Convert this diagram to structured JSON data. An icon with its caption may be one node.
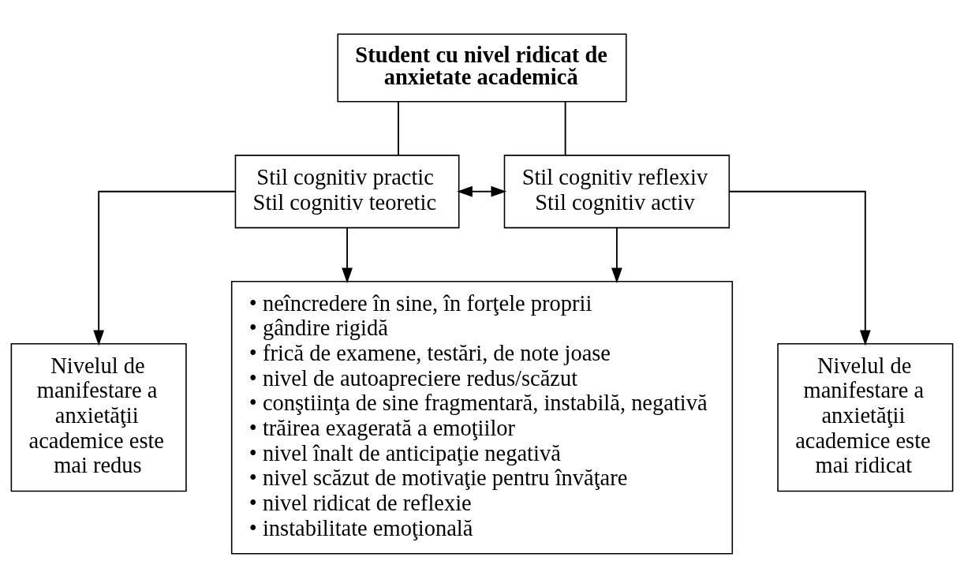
{
  "diagram": {
    "nodes": [
      {
        "text": [
          "Student cu nivel ridicat de anxietate academică"
        ]
      },
      {
        "text": [
          "Stil cognitiv practic",
          "Stil cognitiv teoretic"
        ]
      },
      {
        "text": [
          "Stil cognitiv reflexiv",
          "Stil cognitiv activ"
        ]
      },
      {
        "text": [
          "Nivelul de manifestare a anxietăţii academice este mai redus"
        ]
      },
      {
        "text": [
          "• neîncredere în sine, în forţele proprii",
          "• gândire rigidă",
          "• frică de examene, testări, de note joase",
          "• nivel de autoapreciere redus/scăzut",
          "• conştiinţa de sine fragmentară, instabilă, negativă",
          "• trăirea exagerată a emoţiilor",
          "• nivel înalt de anticipaţie negativă",
          "• nivel scăzut de motivaţie pentru învăţare",
          "• nivel ridicat de reflexie",
          "• instabilitate emoţională"
        ]
      },
      {
        "text": [
          "Nivelul de manifestare a anxietăţii academice este mai ridicat"
        ]
      }
    ],
    "edges": [
      {
        "from": 0,
        "to": 1,
        "arrow": "none"
      },
      {
        "from": 0,
        "to": 2,
        "arrow": "none"
      },
      {
        "from": 1,
        "to": 2,
        "arrow": "both"
      },
      {
        "from": 1,
        "to": 3,
        "arrow": "to"
      },
      {
        "from": 1,
        "to": 4,
        "arrow": "to"
      },
      {
        "from": 2,
        "to": 4,
        "arrow": "to"
      },
      {
        "from": 2,
        "to": 5,
        "arrow": "to"
      }
    ]
  }
}
